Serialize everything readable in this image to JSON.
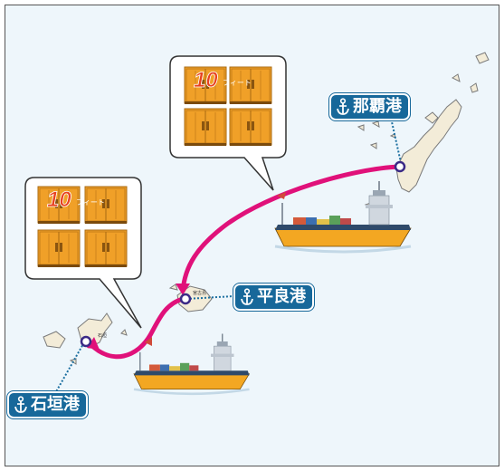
{
  "ports": [
    {
      "id": "naha",
      "label": "那覇港"
    },
    {
      "id": "hirara",
      "label": "平良港"
    },
    {
      "id": "ishigaki",
      "label": "石垣港"
    }
  ],
  "island_labels": {
    "miyako": "宮古島",
    "ishigaki": "石垣"
  },
  "callouts": [
    {
      "size": "10",
      "unit": "フィート"
    },
    {
      "size": "10",
      "unit": "フィート"
    }
  ],
  "colors": {
    "route": "#e0117a",
    "port_label_bg": "#17689a",
    "container": "#f0a028",
    "sea": "#eef6fb"
  },
  "icons": [
    "anchor-icon",
    "container-icon",
    "cargo-ship-icon"
  ]
}
